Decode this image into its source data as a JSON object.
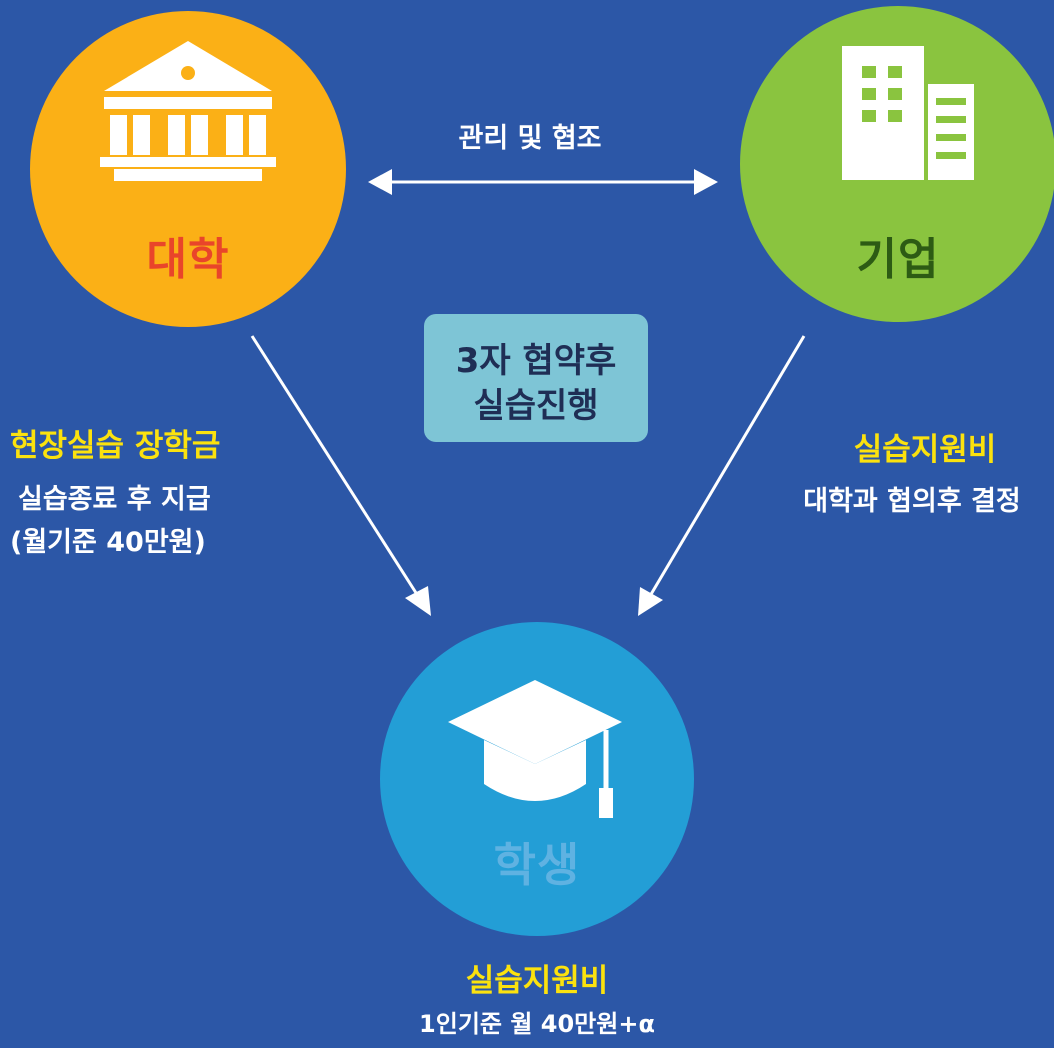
{
  "nodes": {
    "university": {
      "label": "대학",
      "icon": "university-building-icon",
      "color": "#fbb016",
      "label_color": "#e9452a"
    },
    "company": {
      "label": "기업",
      "icon": "office-building-icon",
      "color": "#8ac43f",
      "label_color": "#2d5b14"
    },
    "student": {
      "label": "학생",
      "icon": "graduation-cap-icon",
      "color": "#239ed6",
      "label_color": "#5fb2e2"
    }
  },
  "edges": {
    "univ_company": "관리 및 협조"
  },
  "center_box": {
    "line1": "3자 협약후",
    "line2": "실습진행"
  },
  "left_note": {
    "title": "현장실습 장학금",
    "line2": "실습종료 후 지급",
    "line3": "(월기준 40만원)"
  },
  "right_note": {
    "title": "실습지원비",
    "line2": "대학과 협의후 결정"
  },
  "bottom_note": {
    "title": "실습지원비",
    "line2": "1인기준 월 40만원+α"
  },
  "colors": {
    "background": "#2c57a7",
    "highlight": "#fbe20e",
    "box": "#7ec5d6"
  }
}
